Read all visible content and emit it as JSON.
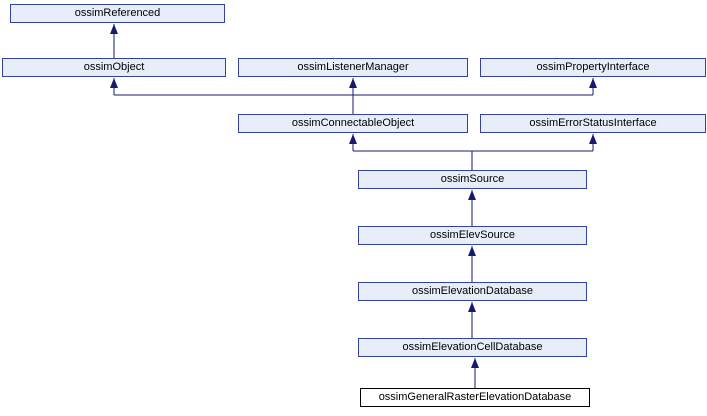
{
  "diagram": {
    "kind": "class-inheritance-graph",
    "colors": {
      "node_fill": "#E7EEF9",
      "node_border": "#33439E",
      "current_node_fill": "#FFFFFF",
      "current_node_border": "#000000",
      "edge": "#191970",
      "text": "#000000"
    },
    "nodes": [
      {
        "label": "ossimReferenced"
      },
      {
        "label": "ossimObject"
      },
      {
        "label": "ossimListenerManager"
      },
      {
        "label": "ossimPropertyInterface"
      },
      {
        "label": "ossimConnectableObject"
      },
      {
        "label": "ossimErrorStatusInterface"
      },
      {
        "label": "ossimSource"
      },
      {
        "label": "ossimElevSource"
      },
      {
        "label": "ossimElevationDatabase"
      },
      {
        "label": "ossimElevationCellDatabase"
      },
      {
        "label": "ossimGeneralRasterElevationDatabase",
        "current": true
      }
    ],
    "edges": [
      {
        "from": "ossimObject",
        "to": "ossimReferenced"
      },
      {
        "from": "ossimConnectableObject",
        "to": "ossimObject"
      },
      {
        "from": "ossimConnectableObject",
        "to": "ossimListenerManager"
      },
      {
        "from": "ossimConnectableObject",
        "to": "ossimPropertyInterface"
      },
      {
        "from": "ossimSource",
        "to": "ossimConnectableObject"
      },
      {
        "from": "ossimSource",
        "to": "ossimErrorStatusInterface"
      },
      {
        "from": "ossimElevSource",
        "to": "ossimSource"
      },
      {
        "from": "ossimElevationDatabase",
        "to": "ossimElevSource"
      },
      {
        "from": "ossimElevationCellDatabase",
        "to": "ossimElevationDatabase"
      },
      {
        "from": "ossimGeneralRasterElevationDatabase",
        "to": "ossimElevationCellDatabase"
      }
    ]
  }
}
